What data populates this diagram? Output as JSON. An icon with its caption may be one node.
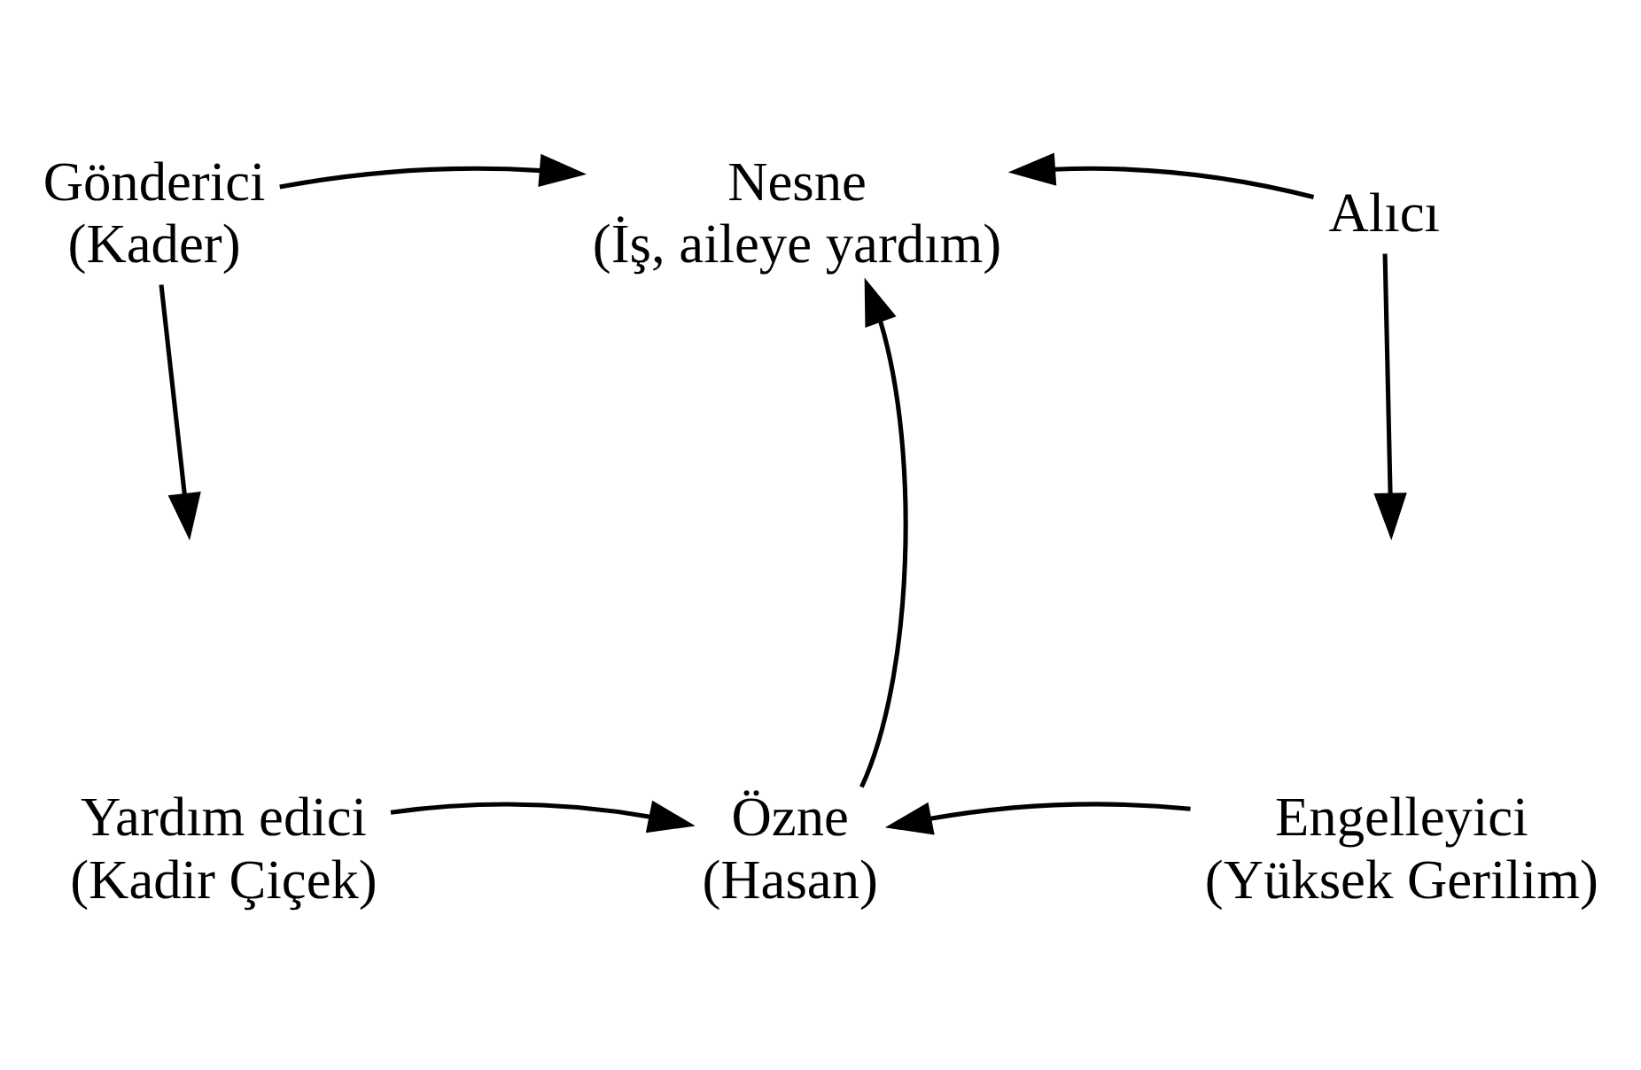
{
  "diagram": {
    "nodes": [
      {
        "text": [
          "Gönderici",
          "(Kader)"
        ]
      },
      {
        "text": [
          "Nesne",
          "(İş, aileye yardım)"
        ]
      },
      {
        "text": [
          "Alıcı"
        ]
      },
      {
        "text": [
          "Yardım edici",
          "(Kadir Çiçek)"
        ]
      },
      {
        "text": [
          "Özne",
          "(Hasan)"
        ]
      },
      {
        "text": [
          "Engelleyici",
          "(Yüksek Gerilim)"
        ]
      }
    ],
    "edges": [
      {
        "from": 0,
        "to": 1,
        "arrow": "to"
      },
      {
        "from": 2,
        "to": 1,
        "arrow": "to"
      },
      {
        "from": 0,
        "to": null,
        "arrow": "to"
      },
      {
        "from": 2,
        "to": null,
        "arrow": "to"
      },
      {
        "from": 4,
        "to": 1,
        "arrow": "to"
      },
      {
        "from": 3,
        "to": 4,
        "arrow": "to"
      },
      {
        "from": 5,
        "to": 4,
        "arrow": "to"
      }
    ]
  }
}
